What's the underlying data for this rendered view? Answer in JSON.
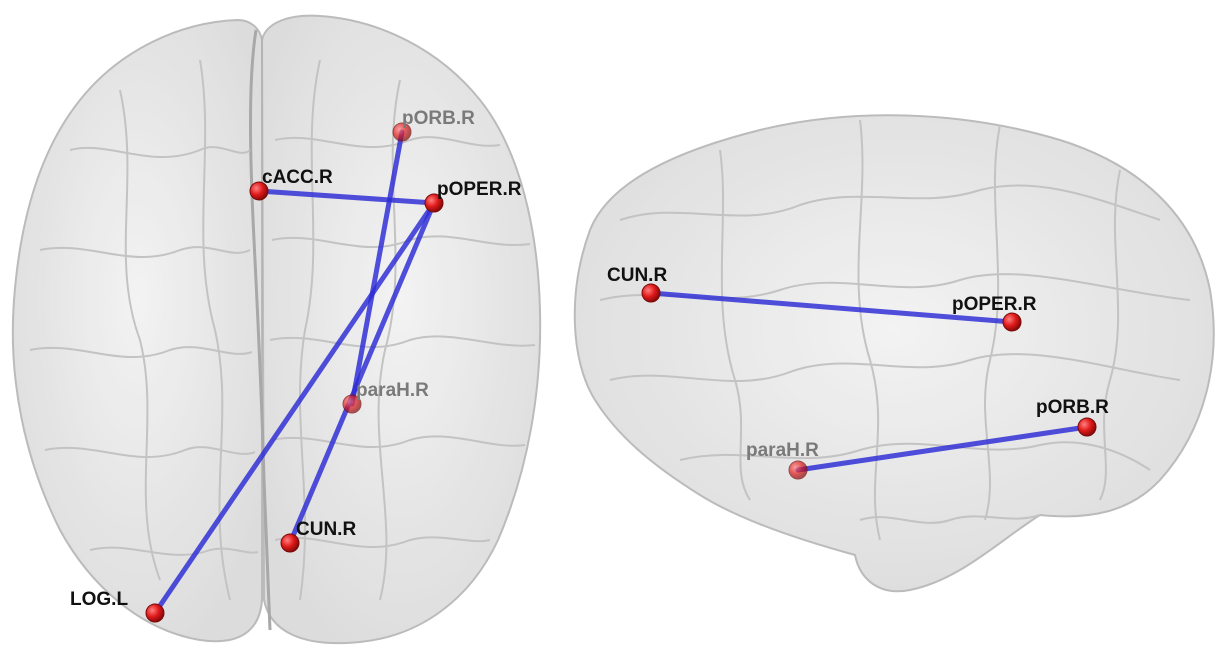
{
  "colors": {
    "background": "#ffffff",
    "brain_fill": "#e6e6e6",
    "brain_stroke": "#b4b4b4",
    "gyri": "#c3c3c3",
    "edge": "#2b2bd6",
    "node": "#e01a1a",
    "label_front": "#111111",
    "label_behind": "#7a7a7a"
  },
  "axial_view": {
    "nodes": [
      {
        "id": "pORB.R",
        "label": "pORB.R",
        "depth": "behind"
      },
      {
        "id": "cACC.R",
        "label": "cACC.R",
        "depth": "front"
      },
      {
        "id": "pOPER.R",
        "label": "pOPER.R",
        "depth": "front"
      },
      {
        "id": "paraH.R",
        "label": "paraH.R",
        "depth": "behind"
      },
      {
        "id": "CUN.R",
        "label": "CUN.R",
        "depth": "front"
      },
      {
        "id": "LOG.L",
        "label": "LOG.L",
        "depth": "front"
      }
    ],
    "edges": [
      {
        "from": "cACC.R",
        "to": "pOPER.R"
      },
      {
        "from": "pORB.R",
        "to": "paraH.R"
      },
      {
        "from": "pOPER.R",
        "to": "LOG.L"
      },
      {
        "from": "pOPER.R",
        "to": "CUN.R"
      }
    ]
  },
  "sagittal_view": {
    "nodes": [
      {
        "id": "CUN.R",
        "label": "CUN.R",
        "depth": "front"
      },
      {
        "id": "pOPER.R",
        "label": "pOPER.R",
        "depth": "front"
      },
      {
        "id": "paraH.R",
        "label": "paraH.R",
        "depth": "behind"
      },
      {
        "id": "pORB.R",
        "label": "pORB.R",
        "depth": "front"
      }
    ],
    "edges": [
      {
        "from": "CUN.R",
        "to": "pOPER.R"
      },
      {
        "from": "paraH.R",
        "to": "pORB.R"
      }
    ]
  }
}
